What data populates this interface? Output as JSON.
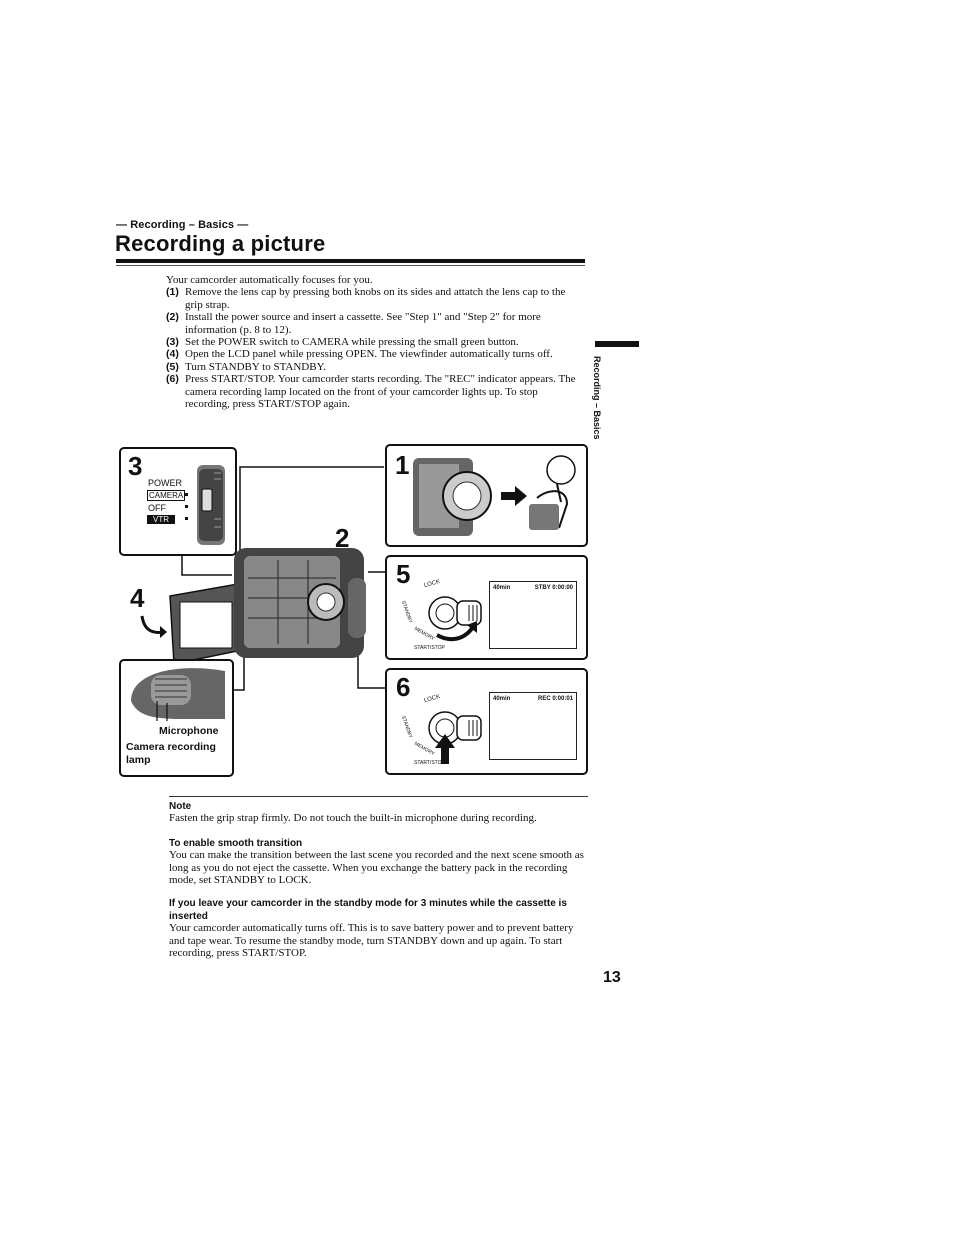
{
  "header": {
    "section": "— Recording – Basics —",
    "title": "Recording a picture",
    "side_tab": "Recording – Basics"
  },
  "intro": {
    "lead": "Your camcorder automatically focuses for you.",
    "steps": [
      {
        "num": "(1)",
        "text": "Remove the lens cap by pressing both knobs on its sides and attatch the lens cap to the grip strap."
      },
      {
        "num": "(2)",
        "text": "Install the power source and insert a cassette. See \"Step 1\" and \"Step 2\" for more information (p. 8 to 12)."
      },
      {
        "num": "(3)",
        "text": "Set the POWER switch to CAMERA while pressing the small green button."
      },
      {
        "num": "(4)",
        "text": "Open the LCD panel while pressing OPEN. The viewfinder automatically turns off."
      },
      {
        "num": "(5)",
        "text": "Turn STANDBY to STANDBY."
      },
      {
        "num": "(6)",
        "text": "Press START/STOP. Your camcorder starts recording. The \"REC\" indicator appears. The camera recording lamp located on the front of your camcorder lights up. To stop recording, press START/STOP again."
      }
    ]
  },
  "figure": {
    "step_numbers": {
      "s1": "1",
      "s2": "2",
      "s3": "3",
      "s4": "4",
      "s5": "5",
      "s6": "6"
    },
    "power_switch": {
      "label": "POWER",
      "camera": "CAMERA",
      "off": "OFF",
      "vtr": "VTR"
    },
    "dial_labels": {
      "lock": "LOCK",
      "standby": "STANDBY",
      "memory": "MEMORY",
      "start_stop": "START/STOP"
    },
    "screen5": {
      "tape": "40min",
      "status": "STBY 0:00:00"
    },
    "screen6": {
      "tape": "40min",
      "status": "REC 0:00:01"
    },
    "callouts": {
      "microphone": "Microphone",
      "camera_lamp": "Camera recording lamp"
    }
  },
  "notes": {
    "note_heading": "Note",
    "note_text": "Fasten the grip strap firmly. Do not touch the built-in microphone during recording.",
    "smooth_heading": "To enable smooth transition",
    "smooth_text": "You can make the transition between the last scene you recorded and the next scene smooth as long as you do not eject the cassette. When you exchange the battery pack in the recording mode, set STANDBY to LOCK.",
    "standby_heading": "If you leave your camcorder in the standby mode for 3 minutes while the cassette is inserted",
    "standby_text": "Your camcorder automatically turns off. This is to save battery power and to prevent battery and tape wear. To resume the standby mode, turn STANDBY down and up again. To start recording, press START/STOP."
  },
  "page_number": "13"
}
